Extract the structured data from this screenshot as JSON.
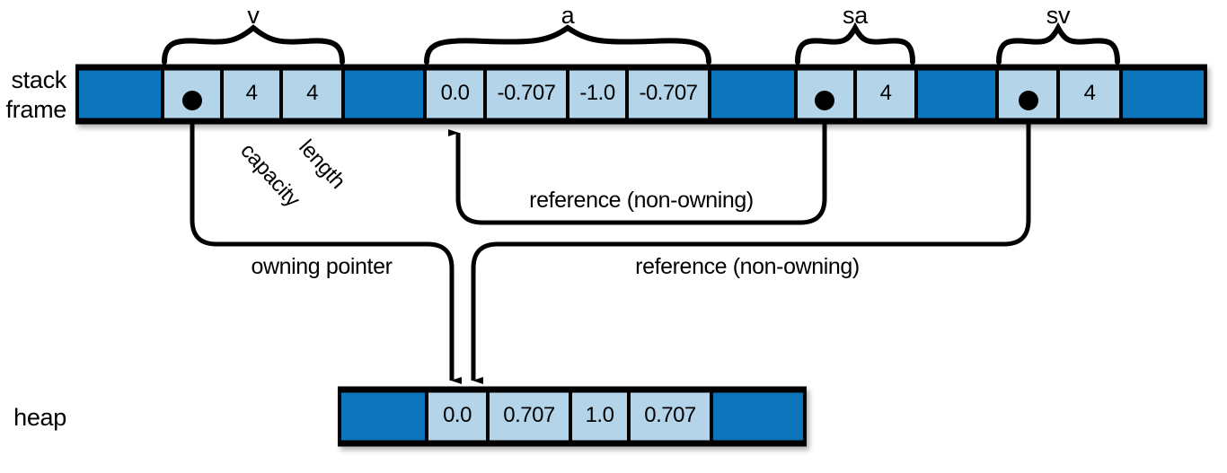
{
  "figure": {
    "title": "Stack frame and heap memory layout diagram",
    "colors": {
      "dark_blue": "#0d74bc",
      "light_blue": "#b4d5e9",
      "outline": "#000000",
      "background": "#ffffff"
    }
  },
  "rows": {
    "stack": {
      "label_line1": "stack",
      "label_line2": "frame"
    },
    "heap": {
      "label": "heap"
    }
  },
  "braces": [
    {
      "name": "v",
      "label": "v"
    },
    {
      "name": "a",
      "label": "a"
    },
    {
      "name": "sa",
      "label": "sa"
    },
    {
      "name": "sv",
      "label": "sv"
    }
  ],
  "field_labels": [
    {
      "name": "capacity",
      "label": "capacity"
    },
    {
      "name": "length",
      "label": "length"
    }
  ],
  "stack_cells": [
    {
      "kind": "filler",
      "value": ""
    },
    {
      "kind": "pointer",
      "value": ""
    },
    {
      "kind": "value",
      "value": "4"
    },
    {
      "kind": "value",
      "value": "4"
    },
    {
      "kind": "filler",
      "value": ""
    },
    {
      "kind": "value",
      "value": "0.0"
    },
    {
      "kind": "value",
      "value": "-0.707"
    },
    {
      "kind": "value",
      "value": "-1.0"
    },
    {
      "kind": "value",
      "value": "-0.707"
    },
    {
      "kind": "filler",
      "value": ""
    },
    {
      "kind": "pointer",
      "value": ""
    },
    {
      "kind": "value",
      "value": "4"
    },
    {
      "kind": "filler",
      "value": ""
    },
    {
      "kind": "pointer",
      "value": ""
    },
    {
      "kind": "value",
      "value": "4"
    },
    {
      "kind": "filler",
      "value": ""
    }
  ],
  "heap_cells": [
    {
      "kind": "filler",
      "value": ""
    },
    {
      "kind": "value",
      "value": "0.0"
    },
    {
      "kind": "value",
      "value": "0.707"
    },
    {
      "kind": "value",
      "value": "1.0"
    },
    {
      "kind": "value",
      "value": "0.707"
    },
    {
      "kind": "filler",
      "value": ""
    }
  ],
  "edges": [
    {
      "name": "owning-pointer",
      "label": "owning pointer",
      "from": "v-pointer",
      "to": "heap-element-0"
    },
    {
      "name": "reference-non-owning-sa",
      "label": "reference (non-owning)",
      "from": "sa-pointer",
      "to": "a-element-0"
    },
    {
      "name": "reference-non-owning-sv",
      "label": "reference (non-owning)",
      "from": "sv-pointer",
      "to": "heap-element-0"
    }
  ]
}
